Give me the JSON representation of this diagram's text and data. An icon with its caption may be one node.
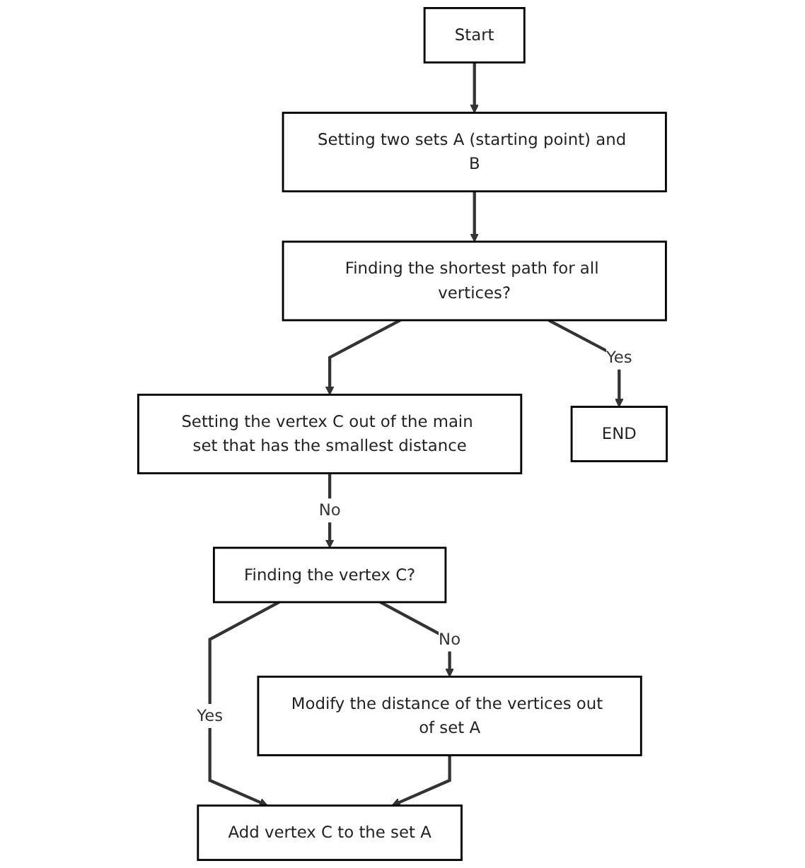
{
  "diagram": {
    "nodes": [
      {
        "text": [
          "Start"
        ]
      },
      {
        "text": [
          "Setting two sets A (starting point) and B"
        ]
      },
      {
        "text": [
          "Finding the shortest path for all vertices?"
        ]
      },
      {
        "text": [
          "Setting the vertex C out of the main set that has the smallest distance"
        ]
      },
      {
        "text": [
          "Finding the vertex C?"
        ]
      },
      {
        "text": [
          "Modify the distance of the vertices out of set A"
        ]
      },
      {
        "text": [
          "Add vertex C to the set A"
        ]
      },
      {
        "text": [
          "END"
        ]
      }
    ],
    "edges": [
      {
        "from": 0,
        "to": 1,
        "arrow": "to"
      },
      {
        "from": 1,
        "to": 2,
        "arrow": "to"
      },
      {
        "from": 2,
        "to": 3,
        "arrow": "to"
      },
      {
        "from": 2,
        "to": 7,
        "arrow": "to",
        "label": "Yes"
      },
      {
        "from": 3,
        "to": 4,
        "arrow": "to",
        "label": "No"
      },
      {
        "from": 4,
        "to": 5,
        "arrow": "to",
        "label": "No"
      },
      {
        "from": 4,
        "to": 6,
        "arrow": "to",
        "label": "Yes"
      },
      {
        "from": 5,
        "to": 6,
        "arrow": "to"
      }
    ]
  }
}
